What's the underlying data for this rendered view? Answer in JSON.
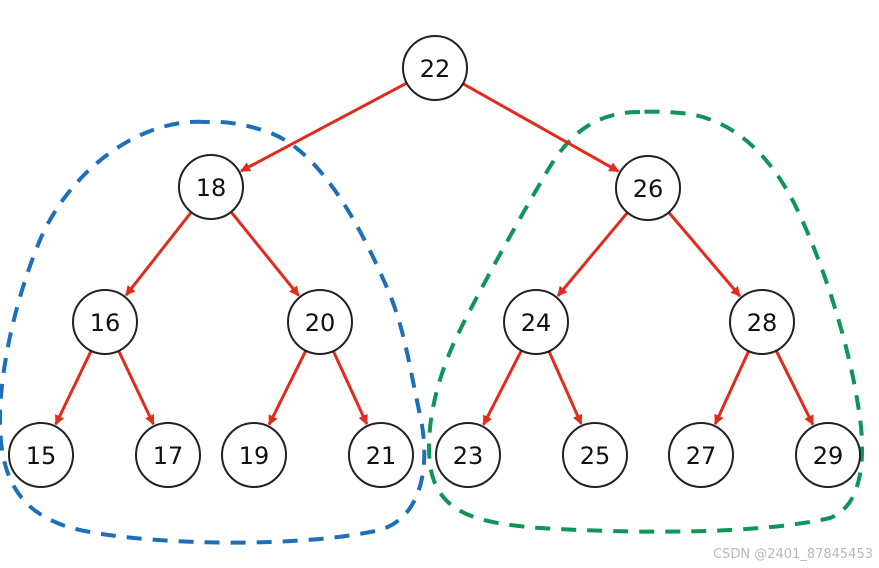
{
  "colors": {
    "edge": "#e22b1a",
    "left_region": "#1c6fb8",
    "right_region": "#0e9558",
    "node_stroke": "#222222"
  },
  "tree": {
    "root": "22",
    "nodes": [
      {
        "id": "n22",
        "label": "22"
      },
      {
        "id": "n18",
        "label": "18"
      },
      {
        "id": "n26",
        "label": "26"
      },
      {
        "id": "n16",
        "label": "16"
      },
      {
        "id": "n20",
        "label": "20"
      },
      {
        "id": "n24",
        "label": "24"
      },
      {
        "id": "n28",
        "label": "28"
      },
      {
        "id": "n15",
        "label": "15"
      },
      {
        "id": "n17",
        "label": "17"
      },
      {
        "id": "n19",
        "label": "19"
      },
      {
        "id": "n21",
        "label": "21"
      },
      {
        "id": "n23",
        "label": "23"
      },
      {
        "id": "n25",
        "label": "25"
      },
      {
        "id": "n27",
        "label": "27"
      },
      {
        "id": "n29",
        "label": "29"
      }
    ],
    "edges": [
      {
        "from": "n22",
        "to": "n18"
      },
      {
        "from": "n22",
        "to": "n26"
      },
      {
        "from": "n18",
        "to": "n16"
      },
      {
        "from": "n18",
        "to": "n20"
      },
      {
        "from": "n26",
        "to": "n24"
      },
      {
        "from": "n26",
        "to": "n28"
      },
      {
        "from": "n16",
        "to": "n15"
      },
      {
        "from": "n16",
        "to": "n17"
      },
      {
        "from": "n20",
        "to": "n19"
      },
      {
        "from": "n20",
        "to": "n21"
      },
      {
        "from": "n24",
        "to": "n23"
      },
      {
        "from": "n24",
        "to": "n25"
      },
      {
        "from": "n28",
        "to": "n27"
      },
      {
        "from": "n28",
        "to": "n29"
      }
    ],
    "regions": [
      {
        "id": "left-subtree",
        "style": "dashed",
        "color_key": "left_region"
      },
      {
        "id": "right-subtree",
        "style": "dashed",
        "color_key": "right_region"
      }
    ]
  },
  "watermark": "CSDN @2401_87845453"
}
